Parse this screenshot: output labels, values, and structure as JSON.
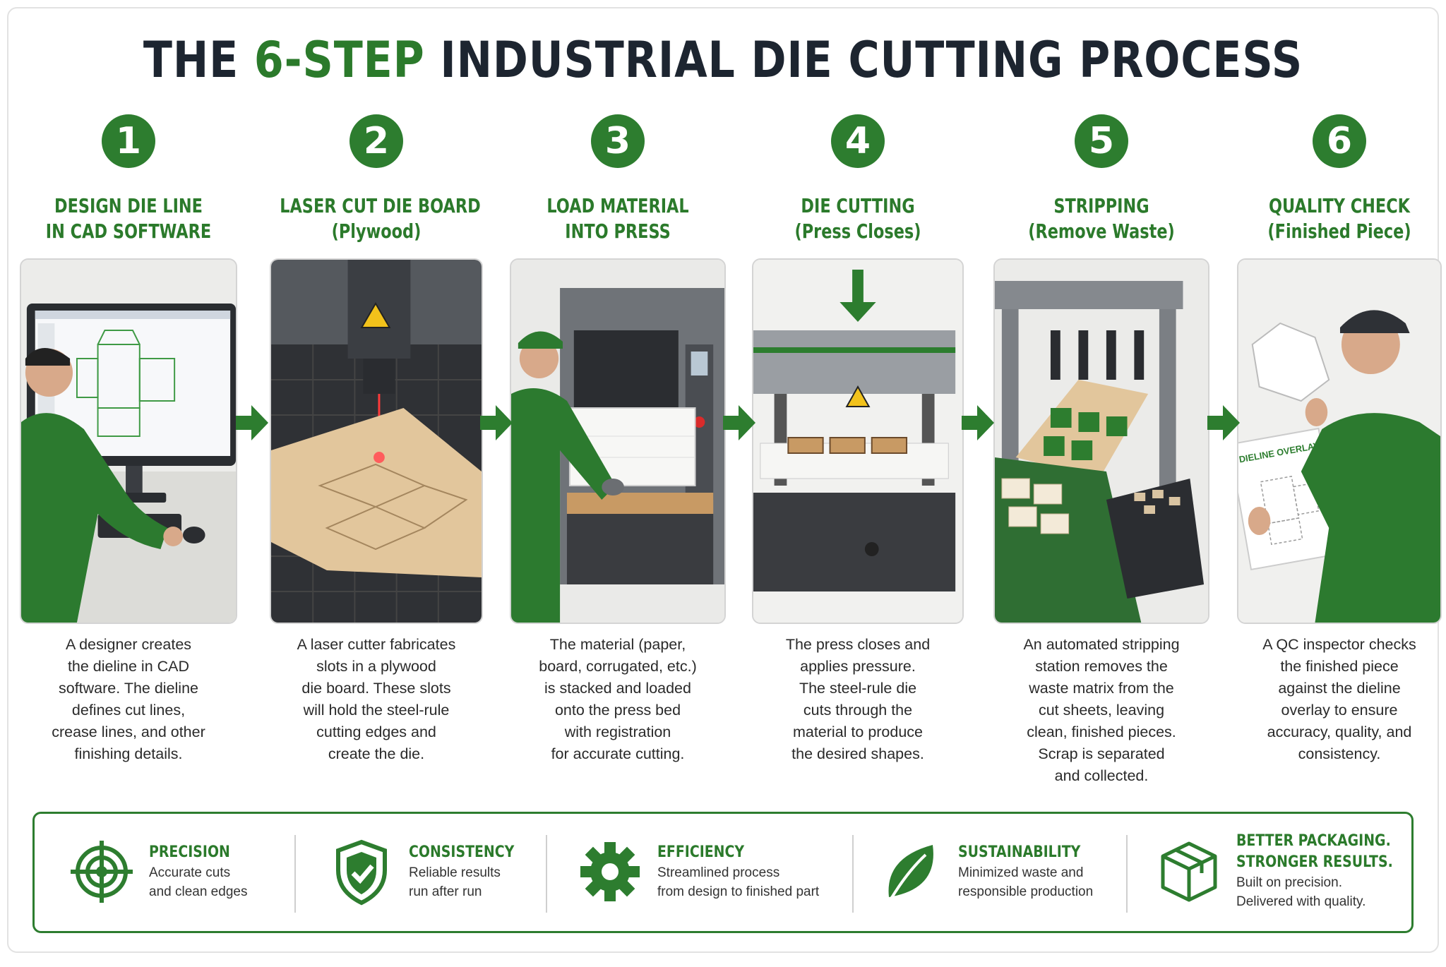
{
  "title": {
    "prefix": "THE ",
    "accent": "6-STEP",
    "rest": " INDUSTRIAL DIE CUTTING PROCESS"
  },
  "steps": [
    {
      "number": "1",
      "heading": [
        "DESIGN DIE LINE",
        "IN CAD SOFTWARE"
      ],
      "description": [
        "A designer creates",
        "the dieline in CAD",
        "software. The dieline",
        "defines cut lines,",
        "crease lines, and other",
        "finishing details."
      ]
    },
    {
      "number": "2",
      "heading": [
        "LASER CUT DIE BOARD",
        "(Plywood)"
      ],
      "description": [
        "A laser cutter fabricates",
        "slots in a plywood",
        "die board. These slots",
        "will hold the steel-rule",
        "cutting edges and",
        "create the die."
      ]
    },
    {
      "number": "3",
      "heading": [
        "LOAD MATERIAL",
        "INTO PRESS"
      ],
      "description": [
        "The material (paper,",
        "board, corrugated, etc.)",
        "is stacked and loaded",
        "onto the press bed",
        "with registration",
        "for accurate cutting."
      ]
    },
    {
      "number": "4",
      "heading": [
        "DIE CUTTING",
        "(Press Closes)"
      ],
      "description": [
        "The press closes and",
        "applies pressure.",
        "The steel-rule die",
        "cuts through the",
        "material to produce",
        "the desired shapes."
      ]
    },
    {
      "number": "5",
      "heading": [
        "STRIPPING",
        "(Remove Waste)"
      ],
      "description": [
        "An automated stripping",
        "station removes the",
        "waste matrix from the",
        "cut sheets, leaving",
        "clean, finished pieces.",
        "Scrap is separated",
        "and collected."
      ]
    },
    {
      "number": "6",
      "heading": [
        "QUALITY CHECK",
        "(Finished Piece)"
      ],
      "description": [
        "A QC inspector checks",
        "the finished piece",
        "against the dieline",
        "overlay to ensure",
        "accuracy, quality, and",
        "consistency."
      ],
      "overlay_label": "DIELINE OVERLAY"
    }
  ],
  "benefits": [
    {
      "icon": "target-icon",
      "title": [
        "PRECISION"
      ],
      "subtitle": [
        "Accurate cuts",
        "and clean edges"
      ]
    },
    {
      "icon": "shield-check-icon",
      "title": [
        "CONSISTENCY"
      ],
      "subtitle": [
        "Reliable results",
        "run after run"
      ]
    },
    {
      "icon": "gear-icon",
      "title": [
        "EFFICIENCY"
      ],
      "subtitle": [
        "Streamlined process",
        "from design to finished part"
      ]
    },
    {
      "icon": "leaf-icon",
      "title": [
        "SUSTAINABILITY"
      ],
      "subtitle": [
        "Minimized waste and",
        "responsible production"
      ]
    },
    {
      "icon": "box-icon",
      "title": [
        "BETTER PACKAGING.",
        "STRONGER RESULTS."
      ],
      "subtitle": [
        "Built on precision.",
        "Delivered with quality."
      ]
    }
  ],
  "colors": {
    "brand_green": "#2d7d2f",
    "title_dark": "#1d2530"
  }
}
